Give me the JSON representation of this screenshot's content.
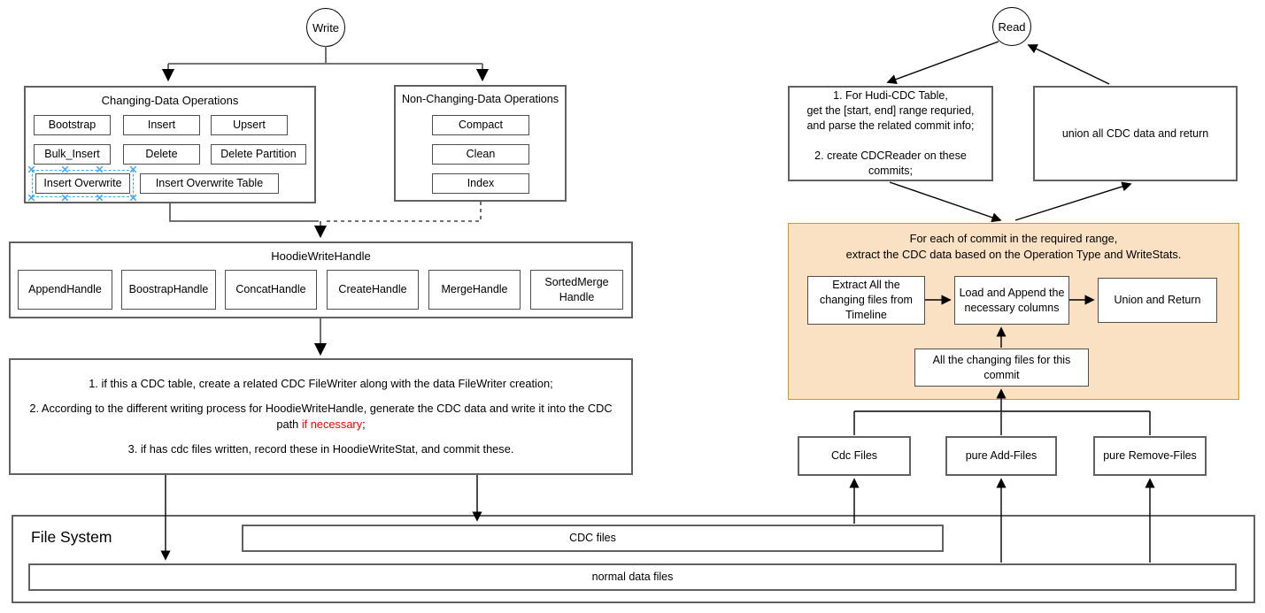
{
  "write_flow": {
    "start_label": "Write",
    "changing_ops": {
      "title": "Changing-Data Operations",
      "ops": [
        "Bootstrap",
        "Insert",
        "Upsert",
        "Bulk_Insert",
        "Delete",
        "Delete Partition",
        "Insert Overwrite",
        "Insert Overwrite Table"
      ]
    },
    "non_changing_ops": {
      "title": "Non-Changing-Data Operations",
      "ops": [
        "Compact",
        "Clean",
        "Index"
      ]
    },
    "write_handle": {
      "title": "HoodieWriteHandle",
      "handles": [
        "AppendHandle",
        "BoostrapHandle",
        "ConcatHandle",
        "CreateHandle",
        "MergeHandle",
        "SortedMerge Handle"
      ]
    },
    "cdc_steps": {
      "step1": "1. if this a CDC table, create a related CDC FileWriter along with the data FileWriter creation;",
      "step2_before": "2. According to the different writing process for HoodieWriteHandle, generate the CDC data and write it into the CDC path ",
      "step2_red": "if necessary",
      "step2_after": ";",
      "step3": "3. if has cdc files written, record these in HoodieWriteStat, and commit these."
    }
  },
  "read_flow": {
    "start_label": "Read",
    "prepare_box": "1. For Hudi-CDC Table,\nget the [start, end] range requried,\nand parse the related commit info;\n\n2. create CDCReader on these\ncommits;",
    "union_box": "union all CDC data and return",
    "per_commit": {
      "title": "For each of commit in the required range,\nextract the CDC data based on the Operation Type and WriteStats.",
      "extract_box": "Extract All the\nchanging files from\nTimeline",
      "load_box": "Load and Append the\nnecessary columns",
      "union_return_box": "Union and Return",
      "all_changing_box": "All the changing files for this\ncommit"
    },
    "file_buckets": [
      "Cdc Files",
      "pure Add-Files",
      "pure Remove-Files"
    ]
  },
  "file_system": {
    "label": "File System",
    "cdc_files_bar": "CDC files",
    "normal_files_bar": "normal data files"
  },
  "colors": {
    "red_text": "#FF0000",
    "orange_fill": "#FAE1C3",
    "orange_border": "#D79B00",
    "selection_blue": "#3FA9F5"
  }
}
